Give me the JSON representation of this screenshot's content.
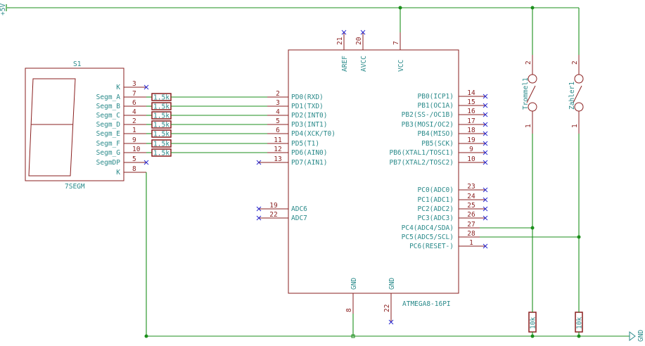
{
  "power": {
    "vcc_label": "+5V",
    "gnd_label": "GND"
  },
  "display": {
    "ref": "S1",
    "value": "7SEGM",
    "pins": [
      {
        "name": "K",
        "num": "3"
      },
      {
        "name": "Segm_A",
        "num": "7"
      },
      {
        "name": "Segm_B",
        "num": "6"
      },
      {
        "name": "Segm_C",
        "num": "4"
      },
      {
        "name": "Segm_D",
        "num": "2"
      },
      {
        "name": "Segm_E",
        "num": "1"
      },
      {
        "name": "Segm_F",
        "num": "9"
      },
      {
        "name": "Segm_G",
        "num": "10"
      },
      {
        "name": "SegmDP",
        "num": "5"
      },
      {
        "name": "K",
        "num": "8"
      }
    ]
  },
  "resistor_value": "1.5k",
  "pulldown_value": "10k",
  "mcu": {
    "value": "ATMEGA8-16PI",
    "top_pins": [
      {
        "name": "AREF",
        "num": "21"
      },
      {
        "name": "AVCC",
        "num": "20"
      },
      {
        "name": "VCC",
        "num": "7"
      }
    ],
    "bottom_pins": [
      {
        "name": "GND",
        "num": "8"
      },
      {
        "name": "GND",
        "num": "22"
      }
    ],
    "left_pins": [
      {
        "name": "PD0(RXD)",
        "num": "2"
      },
      {
        "name": "PD1(TXD)",
        "num": "3"
      },
      {
        "name": "PD2(INT0)",
        "num": "4"
      },
      {
        "name": "PD3(INT1)",
        "num": "5"
      },
      {
        "name": "PD4(XCK/T0)",
        "num": "6"
      },
      {
        "name": "PD5(T1)",
        "num": "11"
      },
      {
        "name": "PD6(AIN0)",
        "num": "12"
      },
      {
        "name": "PD7(AIN1)",
        "num": "13"
      }
    ],
    "adc_pins": [
      {
        "name": "ADC6",
        "num": "19"
      },
      {
        "name": "ADC7",
        "num": "22"
      }
    ],
    "right_pb": [
      {
        "name": "PB0(ICP1)",
        "num": "14"
      },
      {
        "name": "PB1(OC1A)",
        "num": "15"
      },
      {
        "name": "PB2(SS-/OC1B)",
        "num": "16"
      },
      {
        "name": "PB3(MOSI/OC2)",
        "num": "17"
      },
      {
        "name": "PB4(MISO)",
        "num": "18"
      },
      {
        "name": "PB5(SCK)",
        "num": "19"
      },
      {
        "name": "PB6(XTAL1/TOSC1)",
        "num": "9"
      },
      {
        "name": "PB7(XTAL2/TOSC2)",
        "num": "10"
      }
    ],
    "right_pc": [
      {
        "name": "PC0(ADC0)",
        "num": "23"
      },
      {
        "name": "PC1(ADC1)",
        "num": "24"
      },
      {
        "name": "PC2(ADC2)",
        "num": "25"
      },
      {
        "name": "PC3(ADC3)",
        "num": "26"
      },
      {
        "name": "PC4(ADC4/SDA)",
        "num": "27"
      },
      {
        "name": "PC5(ADC5/SCL)",
        "num": "28"
      },
      {
        "name": "PC6(RESET-)",
        "num": "1"
      }
    ]
  },
  "switches": [
    {
      "ref": "Trommel1",
      "pin_top": "2",
      "pin_bottom": "1"
    },
    {
      "ref": "Zahler1",
      "pin_top": "2",
      "pin_bottom": "1"
    }
  ]
}
